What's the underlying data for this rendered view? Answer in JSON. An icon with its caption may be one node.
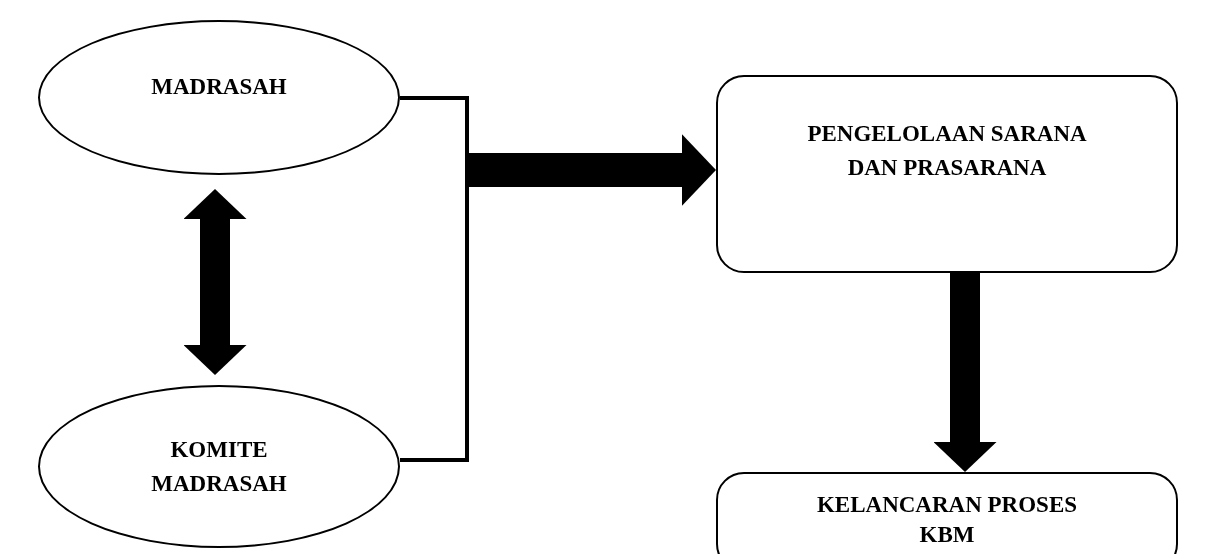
{
  "diagram": {
    "nodes": [
      {
        "text": [
          "MADRASAH"
        ]
      },
      {
        "text": [
          "KOMITE MADRASAH"
        ]
      },
      {
        "text": [
          "PENGELOLAAN SARANA DAN PRASARANA"
        ]
      },
      {
        "text": [
          "KELANCARAN PROSES KBM"
        ]
      }
    ],
    "edges": [
      {
        "from": 0,
        "to": 1,
        "arrow": "both"
      },
      {
        "from": 0,
        "to": 2,
        "arrow": "to"
      },
      {
        "from": 1,
        "to": 2,
        "arrow": "to"
      },
      {
        "from": 2,
        "to": 3,
        "arrow": "to"
      }
    ]
  }
}
